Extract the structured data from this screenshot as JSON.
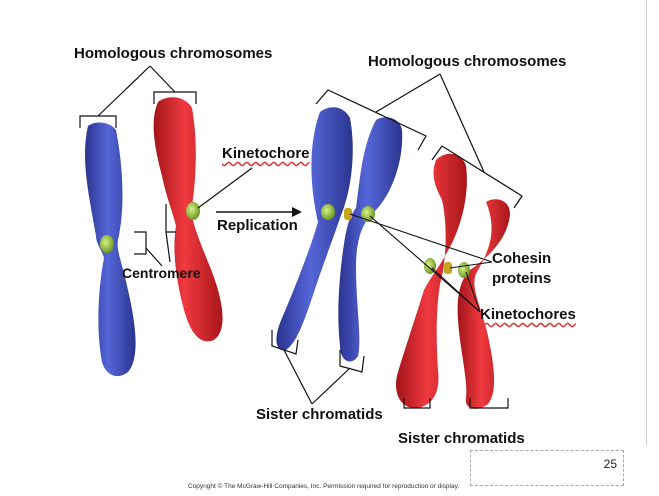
{
  "labels": {
    "homologous_left": "Homologous chromosomes",
    "homologous_right": "Homologous chromosomes",
    "kinetochore": "Kinetochore",
    "replication": "Replication",
    "centromere": "Centromere",
    "cohesin_line1": "Cohesin",
    "cohesin_line2": "proteins",
    "kinetochores": "Kinetochores",
    "sister_chromatids_left": "Sister chromatids",
    "sister_chromatids_right": "Sister chromatids"
  },
  "footer": {
    "page_number": "25",
    "copyright": "Copyright © The McGraw-Hill Companies, Inc. Permission required for reproduction or display."
  },
  "colors": {
    "blue_chromosome": "#3b4bb8",
    "red_chromosome": "#d8262c",
    "kinetochore_green": "#9ccc3c",
    "line": "#111111"
  }
}
